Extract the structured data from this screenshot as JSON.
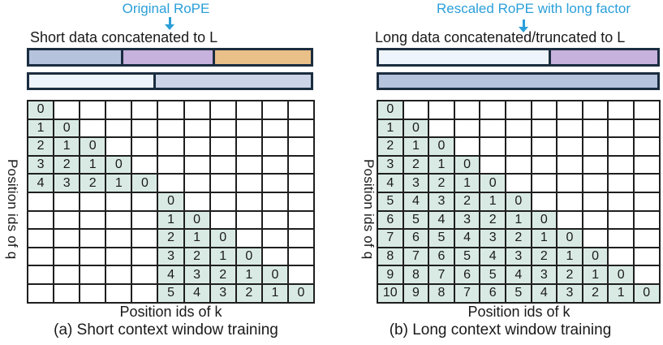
{
  "colors": {
    "title_blue": "#2b9fd9",
    "text_dark": "#1a1a1a",
    "bar_border": "#1b2d40",
    "grid_border": "#1f1f1f",
    "mint": "#d9eae5",
    "steel_blue": "#b5c3dc",
    "periwinkle": "#ccd4e7",
    "purple": "#c7b1dd",
    "orange": "#e9c088",
    "near_white": "#eef4fb"
  },
  "panels": [
    {
      "rope_title": "Original RoPE",
      "data_label": "Short data concatenated to L",
      "bar1": [
        {
          "color": "steel_blue",
          "width": 32.6
        },
        {
          "color": "purple",
          "width": 32.6
        },
        {
          "color": "orange",
          "width": 34.8
        }
      ],
      "bar2": [
        {
          "color": "near_white",
          "width": 44
        },
        {
          "color": "periwinkle",
          "width": 56
        }
      ],
      "grid": {
        "cols": 11,
        "rows": [
          {
            "offset": 0,
            "values": [
              0
            ]
          },
          {
            "offset": 0,
            "values": [
              1,
              0
            ]
          },
          {
            "offset": 0,
            "values": [
              2,
              1,
              0
            ]
          },
          {
            "offset": 0,
            "values": [
              3,
              2,
              1,
              0
            ]
          },
          {
            "offset": 0,
            "values": [
              4,
              3,
              2,
              1,
              0
            ]
          },
          {
            "offset": 5,
            "values": [
              0
            ]
          },
          {
            "offset": 5,
            "values": [
              1,
              0
            ]
          },
          {
            "offset": 5,
            "values": [
              2,
              1,
              0
            ]
          },
          {
            "offset": 5,
            "values": [
              3,
              2,
              1,
              0
            ]
          },
          {
            "offset": 5,
            "values": [
              4,
              3,
              2,
              1,
              0
            ]
          },
          {
            "offset": 5,
            "values": [
              5,
              4,
              3,
              2,
              1,
              0
            ]
          }
        ]
      },
      "ylabel": "Position ids of q",
      "xlabel": "Position ids of k",
      "caption": "(a) Short context window training"
    },
    {
      "rope_title": "Rescaled RoPE with long factor",
      "data_label": "Long data concatenated/truncated to L",
      "bar1": [
        {
          "color": "near_white",
          "width": 61
        },
        {
          "color": "purple",
          "width": 39
        }
      ],
      "bar2": [
        {
          "color": "steel_blue",
          "width": 100
        }
      ],
      "grid": {
        "cols": 11,
        "rows": [
          {
            "offset": 0,
            "values": [
              0
            ]
          },
          {
            "offset": 0,
            "values": [
              1,
              0
            ]
          },
          {
            "offset": 0,
            "values": [
              2,
              1,
              0
            ]
          },
          {
            "offset": 0,
            "values": [
              3,
              2,
              1,
              0
            ]
          },
          {
            "offset": 0,
            "values": [
              4,
              3,
              2,
              1,
              0
            ]
          },
          {
            "offset": 0,
            "values": [
              5,
              4,
              3,
              2,
              1,
              0
            ]
          },
          {
            "offset": 0,
            "values": [
              6,
              5,
              4,
              3,
              2,
              1,
              0
            ]
          },
          {
            "offset": 0,
            "values": [
              7,
              6,
              5,
              4,
              3,
              2,
              1,
              0
            ]
          },
          {
            "offset": 0,
            "values": [
              8,
              7,
              6,
              5,
              4,
              3,
              2,
              1,
              0
            ]
          },
          {
            "offset": 0,
            "values": [
              9,
              8,
              7,
              6,
              5,
              4,
              3,
              2,
              1,
              0
            ]
          },
          {
            "offset": 0,
            "values": [
              10,
              9,
              8,
              7,
              6,
              5,
              4,
              3,
              2,
              1,
              0
            ]
          }
        ]
      },
      "ylabel": "Position ids of q",
      "xlabel": "Position ids of k",
      "caption": "(b) Long context window training"
    }
  ]
}
